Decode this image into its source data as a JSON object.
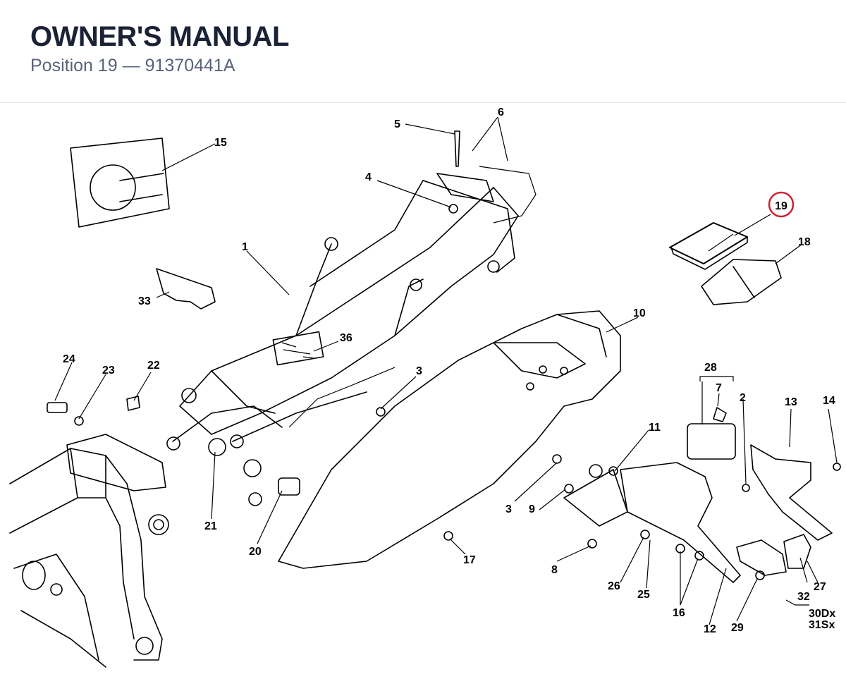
{
  "header": {
    "title": "OWNER'S MANUAL",
    "subtitle": "Position 19 — 91370441A"
  },
  "diagram": {
    "highlighted": "19",
    "highlight_color": "#d0202e",
    "callouts": [
      "1",
      "2",
      "3",
      "3",
      "4",
      "5",
      "6",
      "7",
      "8",
      "9",
      "10",
      "11",
      "12",
      "13",
      "14",
      "15",
      "16",
      "17",
      "18",
      "19",
      "20",
      "21",
      "22",
      "23",
      "24",
      "25",
      "26",
      "27",
      "28",
      "29",
      "30Dx",
      "31Sx",
      "32",
      "33",
      "36"
    ]
  }
}
